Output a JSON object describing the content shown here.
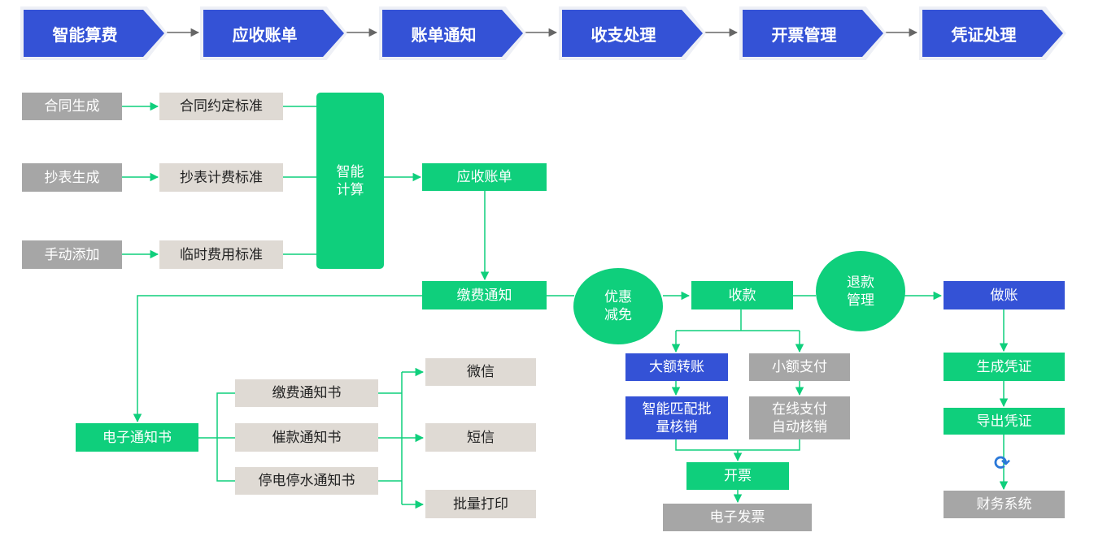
{
  "steps": [
    "智能算费",
    "应收账单",
    "账单通知",
    "收支处理",
    "开票管理",
    "凭证处理"
  ],
  "sources": [
    "合同生成",
    "抄表生成",
    "手动添加"
  ],
  "standards": [
    "合同约定标准",
    "抄表计费标准",
    "临时费用标准"
  ],
  "calc": "智能\n计算",
  "receivable": "应收账单",
  "notice": "缴费通知",
  "discount": "优惠\n减免",
  "collect": "收款",
  "refund": "退款\n管理",
  "bookkeep": "做账",
  "e_notice": "电子通知书",
  "notice_types": [
    "缴费通知书",
    "催款通知书",
    "停电停水通知书"
  ],
  "channels": [
    "微信",
    "短信",
    "批量打印"
  ],
  "large_transfer": "大额转账",
  "small_pay": "小额支付",
  "smart_match": "智能匹配批\n量核销",
  "online_pay": "在线支付\n自动核销",
  "invoice": "开票",
  "e_invoice": "电子发票",
  "gen_voucher": "生成凭证",
  "export_voucher": "导出凭证",
  "finance_system": "财务系统",
  "sync_icon": "sync-icon",
  "colors": {
    "blue": "#3452d6",
    "green": "#0fcf7c",
    "gray": "#a6a6a6",
    "beige": "#dfdad4"
  }
}
